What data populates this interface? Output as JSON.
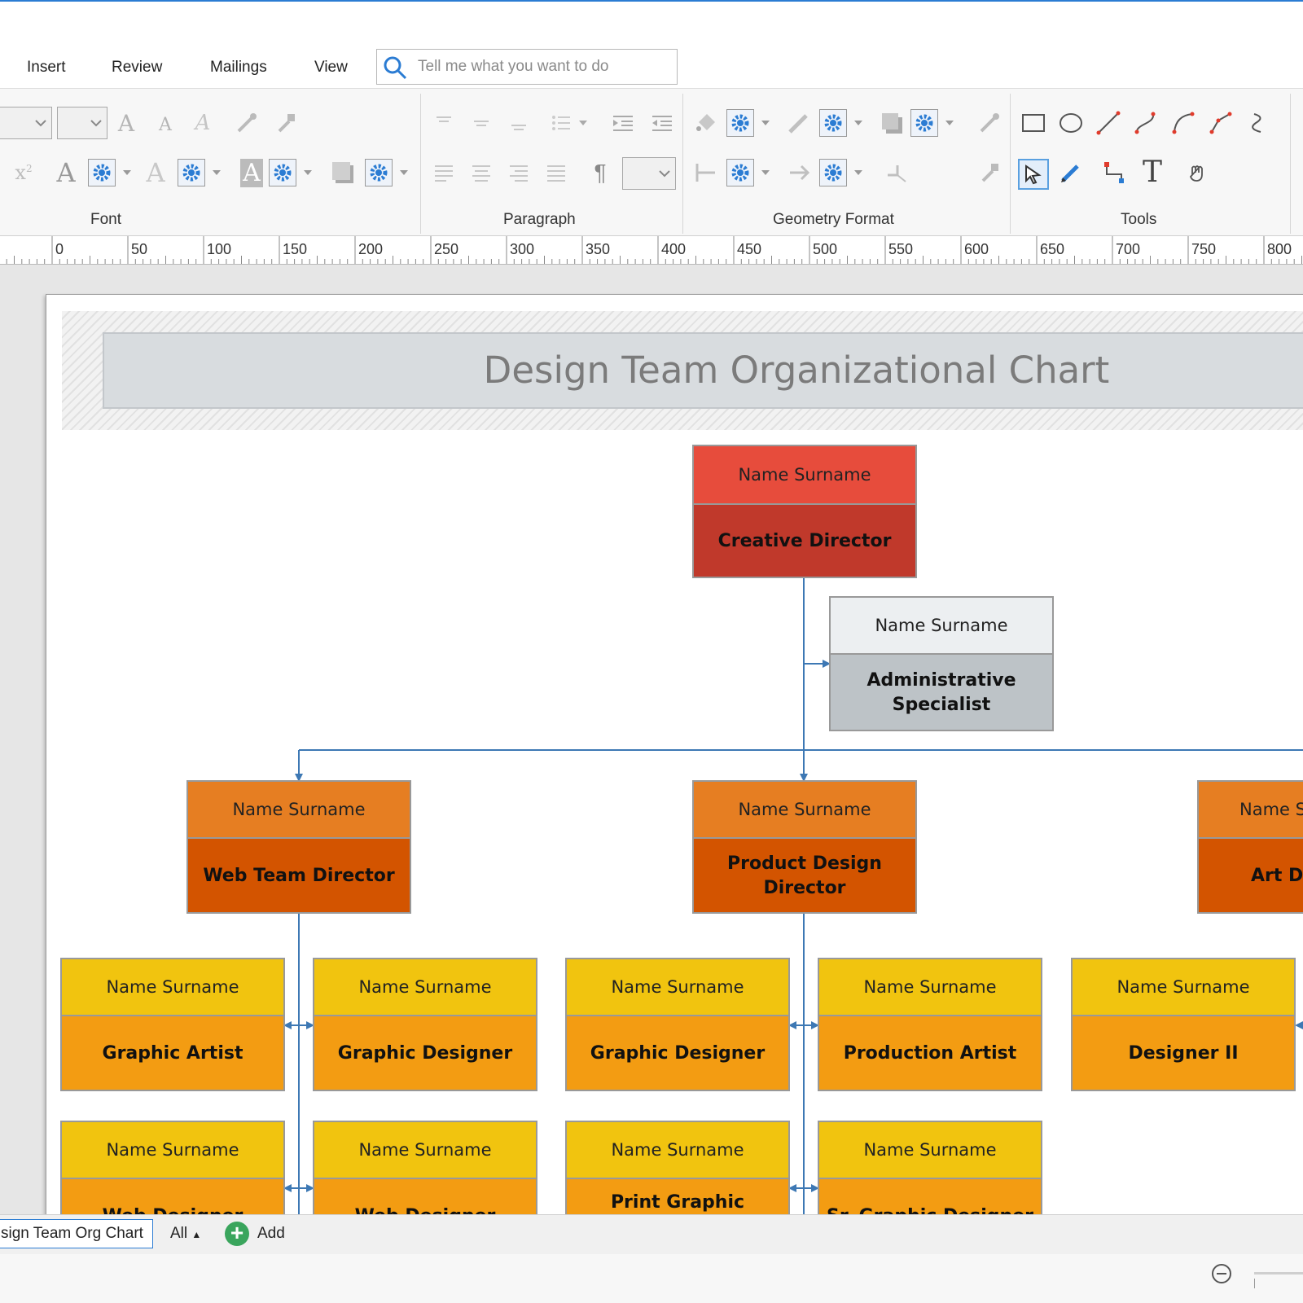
{
  "menu": {
    "items": [
      "Insert",
      "Review",
      "Mailings",
      "View"
    ]
  },
  "search": {
    "placeholder": "Tell me what you want to do"
  },
  "ribbon": {
    "groups": [
      "Font",
      "Paragraph",
      "Geometry Format",
      "Tools"
    ]
  },
  "ruler": {
    "marks": [
      "0",
      "50",
      "100",
      "150",
      "200",
      "250",
      "300",
      "350",
      "400",
      "450",
      "500",
      "550",
      "600",
      "650",
      "700",
      "750",
      "800"
    ]
  },
  "chart": {
    "title": "Design Team Organizational Chart",
    "creative": {
      "name": "Name Surname",
      "role": "Creative Director"
    },
    "admin": {
      "name": "Name Surname",
      "role": "Administrative Specialist"
    },
    "web_dir": {
      "name": "Name Surname",
      "role": "Web Team Director"
    },
    "product_dir": {
      "name": "Name Surname",
      "role": "Product Design Director"
    },
    "art_dir": {
      "name": "Name S",
      "role": "Art D"
    },
    "row1": [
      {
        "name": "Name Surname",
        "role": "Graphic Artist"
      },
      {
        "name": "Name Surname",
        "role": "Graphic Designer"
      },
      {
        "name": "Name Surname",
        "role": "Graphic Designer"
      },
      {
        "name": "Name Surname",
        "role": "Production Artist"
      },
      {
        "name": "Name Surname",
        "role": "Designer II"
      }
    ],
    "row2": [
      {
        "name": "Name Surname",
        "role": "Web Designer"
      },
      {
        "name": "Name Surname",
        "role": "Web Designer"
      },
      {
        "name": "Name Surname",
        "role": "Print Graphic"
      },
      {
        "name": "Name Surname",
        "role": "Sr. Graphic Designer"
      }
    ]
  },
  "colors": {
    "accent": "#2b7cd3",
    "connector": "#3d78b4",
    "red_header": "#e74c3c",
    "red_body": "#c0392b",
    "gray_header": "#eceff1",
    "gray_body": "#bdc3c7",
    "orange_header": "#e67e22",
    "orange_body": "#d35400",
    "yellow_header": "#f1c40f",
    "yellow_body": "#f39c12"
  },
  "bottom": {
    "sheet_tab": "sign Team Org Chart",
    "all_label": "All",
    "add_label": "Add"
  }
}
